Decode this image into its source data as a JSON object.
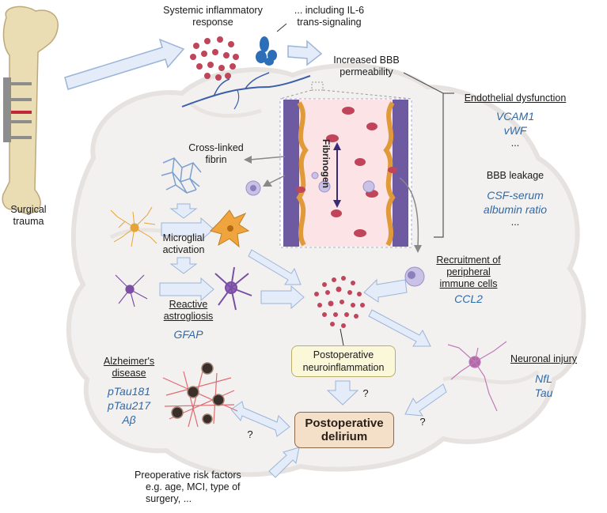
{
  "trauma": {
    "label_line1": "Surgical",
    "label_line2": "trauma"
  },
  "systemic": {
    "line1": "Systemic inflammatory",
    "line2": "response"
  },
  "il6": {
    "line1": "... including IL-6",
    "line2": "trans-signaling"
  },
  "bbb": {
    "line1": "Increased BBB",
    "line2": "permeability"
  },
  "endothelial": {
    "title": "Endothelial dysfunction",
    "markers": [
      "VCAM1",
      "vWF"
    ],
    "more": "..."
  },
  "leakage": {
    "title": "BBB leakage",
    "markers": [
      "CSF-serum",
      "albumin ratio"
    ],
    "more": "..."
  },
  "fibrinogen": "Fibrinogen",
  "fibrin": {
    "line1": "Cross-linked",
    "line2": "fibrin"
  },
  "microglia": {
    "line1": "Microglial",
    "line2": "activation"
  },
  "astro": {
    "line1": "Reactive",
    "line2": "astrogliosis",
    "marker": "GFAP"
  },
  "alzheimer": {
    "line1": "Alzheimer's",
    "line2": "disease",
    "markers": [
      "pTau181",
      "pTau217",
      "Aβ"
    ]
  },
  "recruitment": {
    "line1": "Recruitment of",
    "line2": "peripheral",
    "line3": "immune cells",
    "marker": "CCL2"
  },
  "neuronal": {
    "title": "Neuronal injury",
    "markers": [
      "NfL",
      "Tau"
    ]
  },
  "neuroinflammation": {
    "line1": "Postoperative",
    "line2": "neuroinflammation"
  },
  "delirium": {
    "line1": "Postoperative",
    "line2": "delirium"
  },
  "preop": {
    "line1": "Preoperative risk factors",
    "line2": "e.g. age, MCI, type of",
    "line3": "surgery, ..."
  },
  "unknown_marks": [
    "?",
    "?",
    "?"
  ],
  "colors": {
    "arrow_fill": "#e3ecf8",
    "arrow_stroke": "#9bb4d8",
    "marker_blue": "#2f6aa8",
    "brain": "#f1efee",
    "vessel_bg": "#fbe3e6",
    "red_cell": "#c0455a"
  }
}
